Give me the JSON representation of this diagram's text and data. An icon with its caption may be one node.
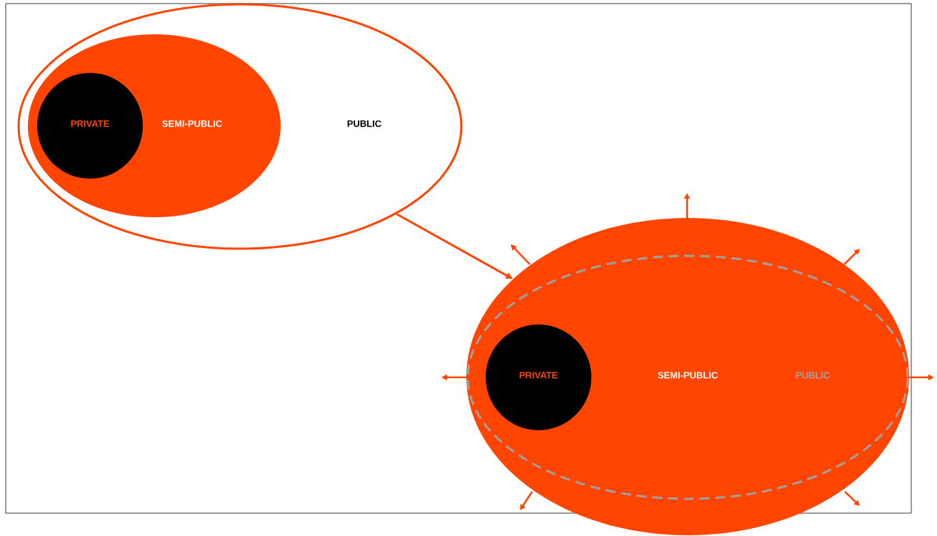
{
  "diagram": {
    "nodes": [
      {
        "text": [
          "PUBLIC"
        ]
      },
      {
        "text": [
          "SEMI-PUBLIC"
        ],
        "in": 0
      },
      {
        "text": [
          "PRIVATE"
        ],
        "in": 1
      },
      {
        "text": [],
        "shape": "ellipse"
      },
      {
        "text": [
          "SEMI-PUBLIC",
          "PUBLIC"
        ],
        "in": 3
      },
      {
        "text": [
          "PRIVATE"
        ],
        "in": 4
      }
    ],
    "edges": [
      {
        "from": 0,
        "to": 3,
        "arrow": "to"
      }
    ]
  }
}
